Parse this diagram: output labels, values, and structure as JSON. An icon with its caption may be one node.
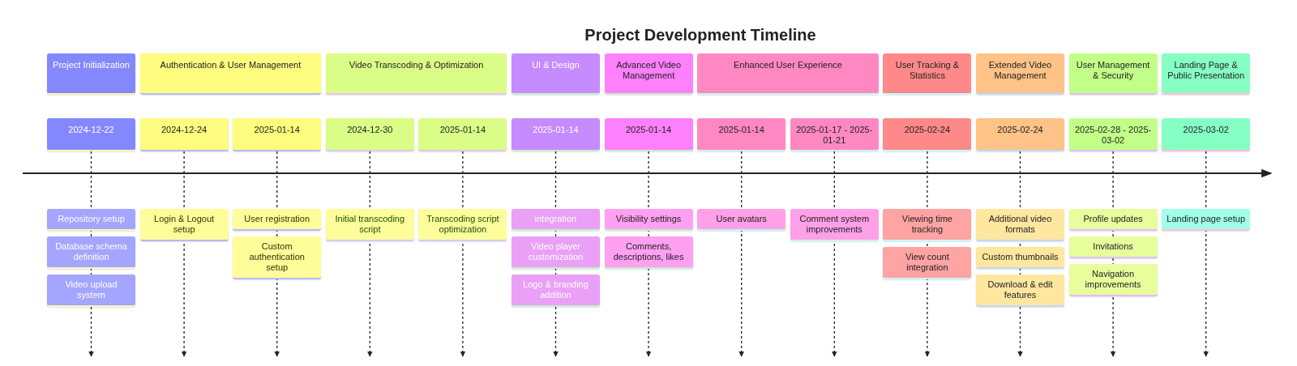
{
  "diagram": {
    "title": "Project Development Timeline",
    "nodes": [
      {
        "text": [
          "Project Initialization"
        ]
      },
      {
        "text": [
          "2024-12-22"
        ]
      },
      {
        "text": [
          "Repository setup"
        ]
      },
      {
        "text": [
          "Database schema definition"
        ]
      },
      {
        "text": [
          "Video upload system"
        ]
      },
      {
        "text": [
          "Authentication & User Management"
        ]
      },
      {
        "text": [
          "2024-12-24"
        ]
      },
      {
        "text": [
          "Login & Logout setup"
        ]
      },
      {
        "text": [
          "2025-01-14"
        ]
      },
      {
        "text": [
          "User registration"
        ]
      },
      {
        "text": [
          "Custom authentication setup"
        ]
      },
      {
        "text": [
          "Video Transcoding & Optimization"
        ]
      },
      {
        "text": [
          "2024-12-30"
        ]
      },
      {
        "text": [
          "Initial transcoding script"
        ]
      },
      {
        "text": [
          "2025-01-14"
        ]
      },
      {
        "text": [
          "Transcoding script optimization"
        ]
      },
      {
        "text": [
          "UI & Design"
        ]
      },
      {
        "text": [
          "2025-01-14"
        ]
      },
      {
        "text": [
          "integration"
        ]
      },
      {
        "text": [
          "Video player customization"
        ]
      },
      {
        "text": [
          "Logo & branding addition"
        ]
      },
      {
        "text": [
          "Advanced Video Management"
        ]
      },
      {
        "text": [
          "2025-01-14"
        ]
      },
      {
        "text": [
          "Visibility settings"
        ]
      },
      {
        "text": [
          "Comments, descriptions, likes"
        ]
      },
      {
        "text": [
          "Enhanced User Experience"
        ]
      },
      {
        "text": [
          "2025-01-14"
        ]
      },
      {
        "text": [
          "User avatars"
        ]
      },
      {
        "text": [
          "2025-01-17 - 2025-01-21"
        ]
      },
      {
        "text": [
          "Comment system improvements"
        ]
      },
      {
        "text": [
          "User Tracking & Statistics"
        ]
      },
      {
        "text": [
          "2025-02-24"
        ]
      },
      {
        "text": [
          "Viewing time tracking"
        ]
      },
      {
        "text": [
          "View count integration"
        ]
      },
      {
        "text": [
          "Extended Video Management"
        ]
      },
      {
        "text": [
          "2025-02-24"
        ]
      },
      {
        "text": [
          "Additional video formats"
        ]
      },
      {
        "text": [
          "Custom thumbnails"
        ]
      },
      {
        "text": [
          "Download & edit features"
        ]
      },
      {
        "text": [
          "User Management & Security"
        ]
      },
      {
        "text": [
          "2025-02-28 - 2025-03-02"
        ]
      },
      {
        "text": [
          "Profile updates"
        ]
      },
      {
        "text": [
          "Invitations"
        ]
      },
      {
        "text": [
          "Navigation improvements"
        ]
      },
      {
        "text": [
          "Landing Page & Public Presentation"
        ]
      },
      {
        "text": [
          "2025-03-02"
        ]
      },
      {
        "text": [
          "Landing page setup"
        ]
      }
    ],
    "edges": [
      {
        "from": 1,
        "to": null,
        "arrow": "to",
        "style": "dashed"
      },
      {
        "from": 6,
        "to": null,
        "arrow": "to",
        "style": "dashed"
      },
      {
        "from": 8,
        "to": null,
        "arrow": "to",
        "style": "dashed"
      },
      {
        "from": 12,
        "to": null,
        "arrow": "to",
        "style": "dashed"
      },
      {
        "from": 14,
        "to": null,
        "arrow": "to",
        "style": "dashed"
      },
      {
        "from": 17,
        "to": null,
        "arrow": "to",
        "style": "dashed"
      },
      {
        "from": 22,
        "to": null,
        "arrow": "to",
        "style": "dashed"
      },
      {
        "from": 26,
        "to": null,
        "arrow": "to",
        "style": "dashed"
      },
      {
        "from": 28,
        "to": null,
        "arrow": "to",
        "style": "dashed"
      },
      {
        "from": 31,
        "to": null,
        "arrow": "to",
        "style": "dashed"
      },
      {
        "from": 35,
        "to": null,
        "arrow": "to",
        "style": "dashed"
      },
      {
        "from": 40,
        "to": null,
        "arrow": "to",
        "style": "dashed"
      },
      {
        "from": 45,
        "to": null,
        "arrow": "to",
        "style": "dashed"
      }
    ]
  }
}
